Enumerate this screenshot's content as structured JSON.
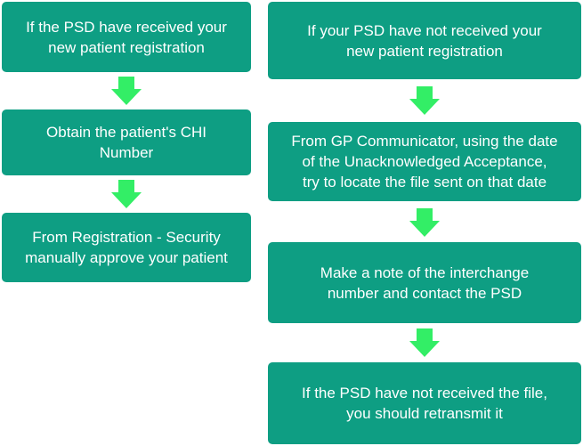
{
  "diagram": {
    "left_column": [
      {
        "id": "psd-received",
        "lines": [
          "If the PSD have received your",
          "new patient registration"
        ]
      },
      {
        "id": "obtain-chi",
        "lines": [
          "Obtain the patient's CHI",
          "Number"
        ]
      },
      {
        "id": "approve-patient",
        "lines": [
          "From Registration - Security",
          "manually approve your patient"
        ]
      }
    ],
    "right_column": [
      {
        "id": "psd-not-received",
        "lines": [
          "If your PSD have not received your",
          "new patient registration"
        ]
      },
      {
        "id": "locate-file",
        "lines": [
          "From GP Communicator, using the date",
          "of the Unacknowledged Acceptance,",
          "try to locate the file sent on that date"
        ]
      },
      {
        "id": "note-interchange",
        "lines": [
          "Make a note of the interchange",
          "number and contact the PSD"
        ]
      },
      {
        "id": "retransmit",
        "lines": [
          "If the PSD have not received the file,",
          "you should retransmit it"
        ]
      }
    ],
    "colors": {
      "box_fill": "#0e9e83",
      "box_text": "#ffffff",
      "arrow_fill": "#33ee66"
    },
    "arrow_icon": "down-arrow-icon"
  }
}
